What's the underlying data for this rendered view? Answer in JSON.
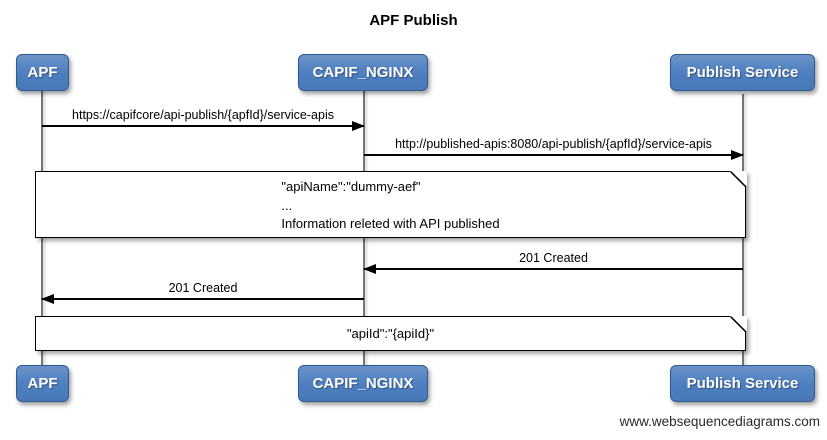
{
  "title": "APF Publish",
  "watermark": "www.websequencediagrams.com",
  "actors": [
    {
      "id": "apf",
      "label": "APF"
    },
    {
      "id": "capif-nginx",
      "label": "CAPIF_NGINX"
    },
    {
      "id": "publish-service",
      "label": "Publish Service"
    }
  ],
  "messages": [
    {
      "from": "APF",
      "to": "CAPIF_NGINX",
      "direction": "right",
      "label": "https://capifcore/api-publish/{apfId}/service-apis"
    },
    {
      "from": "CAPIF_NGINX",
      "to": "Publish Service",
      "direction": "right",
      "label": "http://published-apis:8080/api-publish/{apfId}/service-apis"
    },
    {
      "from": "Publish Service",
      "to": "CAPIF_NGINX",
      "direction": "left",
      "label": "201 Created"
    },
    {
      "from": "CAPIF_NGINX",
      "to": "APF",
      "direction": "left",
      "label": "201 Created"
    }
  ],
  "notes": [
    {
      "lines": [
        "\"apiName\":\"dummy-aef\"",
        "...",
        "Information releted with API published"
      ]
    },
    {
      "lines": [
        "\"apiId\":\"{apiId}\""
      ]
    }
  ],
  "colors": {
    "actor_fill": "#4d7ebf",
    "actor_border": "#2d5a91",
    "actor_text": "#ffffff",
    "lifeline": "#757575",
    "message_line": "#000000",
    "note_background": "#ffffff",
    "note_border": "#000000"
  }
}
